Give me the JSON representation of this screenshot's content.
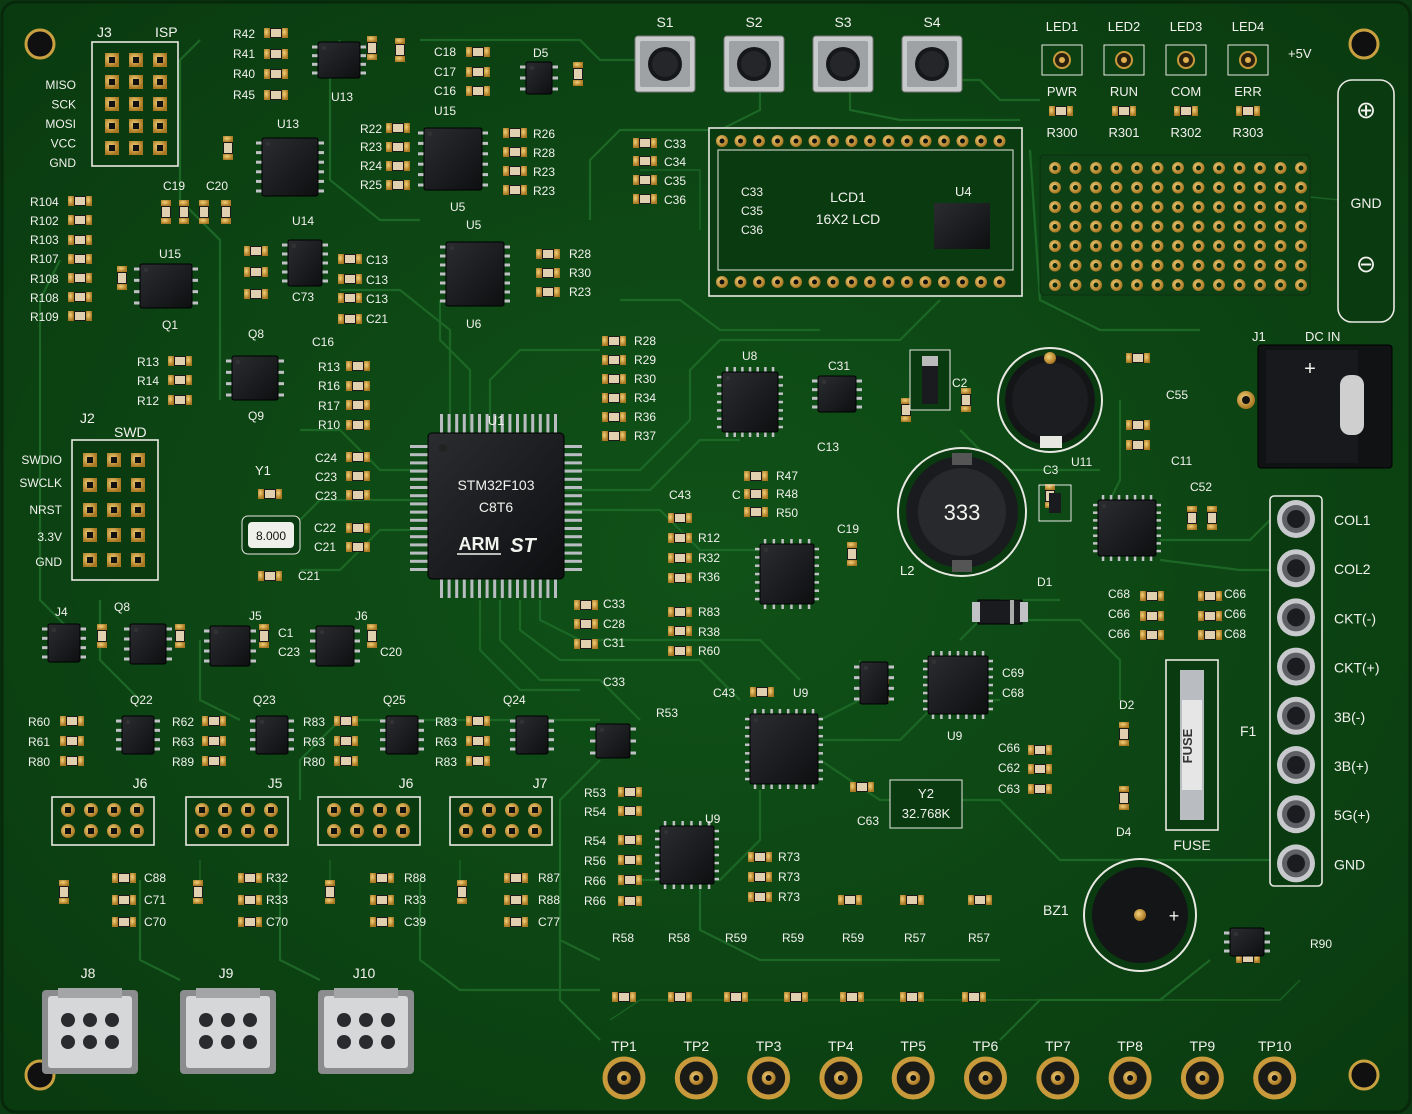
{
  "isp": {
    "ref": "J3",
    "label": "ISP",
    "pins": [
      "MISO",
      "SCK",
      "MOSI",
      "VCC",
      "GND"
    ]
  },
  "swd": {
    "ref": "J2",
    "label": "SWD",
    "pins": [
      "SWDIO",
      "SWCLK",
      "NRST",
      "3.3V",
      "GND"
    ]
  },
  "switches": [
    "S1",
    "S2",
    "S3",
    "S4"
  ],
  "leds": {
    "refs": [
      "LED1",
      "LED2",
      "LED3",
      "LED4"
    ],
    "functions": [
      "PWR",
      "RUN",
      "COM",
      "ERR"
    ],
    "resistors": [
      "R300",
      "R301",
      "R302",
      "R303"
    ],
    "supply": "+5V"
  },
  "lcd": {
    "ref": "LCD1",
    "type": "16X2 LCD",
    "ic": "U4",
    "caps": [
      "C33",
      "C35",
      "C36"
    ]
  },
  "mcu": {
    "ref": "U1",
    "part_line1": "STM32F103",
    "part_line2": "C8T6",
    "brand": "ARM"
  },
  "crystal1": {
    "ref": "Y1",
    "value": "8.000"
  },
  "crystal2": {
    "ref": "Y2",
    "value": "32.768K"
  },
  "inductor": {
    "ref": "L2",
    "marking": "333"
  },
  "power_terminal": {
    "plus": "⊕",
    "gnd": "GND",
    "minus": "⊖"
  },
  "dc_in": {
    "ref": "J1",
    "label": "DC IN",
    "plus": "+"
  },
  "fuse": {
    "ref": "F1",
    "body": "FUSE",
    "label": "FUSE"
  },
  "buzzer": {
    "ref": "BZ1",
    "plus": "+"
  },
  "output_terminals": [
    "COL1",
    "COL2",
    "CKT(-)",
    "CKT(+)",
    "3B(-)",
    "3B(+)",
    "5G(+)",
    "GND"
  ],
  "big_connectors": [
    "J8",
    "J9",
    "J10"
  ],
  "test_points": [
    "TP1",
    "TP2",
    "TP3",
    "TP4",
    "TP5",
    "TP6",
    "TP7",
    "TP8",
    "TP9",
    "TP10"
  ],
  "headers_row": [
    "J6",
    "J5",
    "J6",
    "J7"
  ],
  "labels": [
    {
      "t": "R42"
    },
    {
      "t": "R41"
    },
    {
      "t": "R40"
    },
    {
      "t": "R45"
    },
    {
      "t": "U13"
    },
    {
      "t": "U13"
    },
    {
      "t": "C18"
    },
    {
      "t": "C17"
    },
    {
      "t": "C16"
    },
    {
      "t": "D5"
    },
    {
      "t": "U15"
    },
    {
      "t": "R22"
    },
    {
      "t": "R23"
    },
    {
      "t": "R24"
    },
    {
      "t": "R25"
    },
    {
      "t": "U5"
    },
    {
      "t": "R26"
    },
    {
      "t": "R28"
    },
    {
      "t": "R23"
    },
    {
      "t": "R23"
    },
    {
      "t": "R104"
    },
    {
      "t": "R102"
    },
    {
      "t": "R103"
    },
    {
      "t": "R107"
    },
    {
      "t": "R108"
    },
    {
      "t": "R108"
    },
    {
      "t": "R109"
    },
    {
      "t": "C19"
    },
    {
      "t": "C20"
    },
    {
      "t": "U15"
    },
    {
      "t": "Q1"
    },
    {
      "t": "U14"
    },
    {
      "t": "C73"
    },
    {
      "t": "C13"
    },
    {
      "t": "C13"
    },
    {
      "t": "C13"
    },
    {
      "t": "C21"
    },
    {
      "t": "Q8"
    },
    {
      "t": "C16"
    },
    {
      "t": "U5"
    },
    {
      "t": "U6"
    },
    {
      "t": "R28"
    },
    {
      "t": "R30"
    },
    {
      "t": "R23"
    },
    {
      "t": "R13"
    },
    {
      "t": "R14"
    },
    {
      "t": "R12"
    },
    {
      "t": "Q9"
    },
    {
      "t": "R13"
    },
    {
      "t": "R16"
    },
    {
      "t": "R17"
    },
    {
      "t": "R10"
    },
    {
      "t": "R28"
    },
    {
      "t": "R29"
    },
    {
      "t": "R30"
    },
    {
      "t": "R34"
    },
    {
      "t": "R36"
    },
    {
      "t": "R37"
    },
    {
      "t": "C24"
    },
    {
      "t": "C23"
    },
    {
      "t": "C23"
    },
    {
      "t": "C22"
    },
    {
      "t": "C21"
    },
    {
      "t": "C21"
    },
    {
      "t": "C33"
    },
    {
      "t": "C34"
    },
    {
      "t": "C35"
    },
    {
      "t": "C36"
    },
    {
      "t": "U8"
    },
    {
      "t": "C31"
    },
    {
      "t": "C13"
    },
    {
      "t": "C2"
    },
    {
      "t": "C3"
    },
    {
      "t": "U11"
    },
    {
      "t": "C55"
    },
    {
      "t": "C11"
    },
    {
      "t": "C52"
    },
    {
      "t": "R47"
    },
    {
      "t": "R48"
    },
    {
      "t": "R50"
    },
    {
      "t": "C43"
    },
    {
      "t": "C"
    },
    {
      "t": "R12"
    },
    {
      "t": "R32"
    },
    {
      "t": "R36"
    },
    {
      "t": "C19"
    },
    {
      "t": "R83"
    },
    {
      "t": "R38"
    },
    {
      "t": "R60"
    },
    {
      "t": "D1"
    },
    {
      "t": "C68"
    },
    {
      "t": "C66"
    },
    {
      "t": "C66"
    },
    {
      "t": "C66"
    },
    {
      "t": "C66"
    },
    {
      "t": "C68"
    },
    {
      "t": "C69"
    },
    {
      "t": "C68"
    },
    {
      "t": "U9"
    },
    {
      "t": "C43"
    },
    {
      "t": "U9"
    },
    {
      "t": "C66"
    },
    {
      "t": "C62"
    },
    {
      "t": "C63"
    },
    {
      "t": "C63"
    },
    {
      "t": "D2"
    },
    {
      "t": "D4"
    },
    {
      "t": "C33"
    },
    {
      "t": "C28"
    },
    {
      "t": "C31"
    },
    {
      "t": "C33"
    },
    {
      "t": "J4"
    },
    {
      "t": "Q8"
    },
    {
      "t": "J5"
    },
    {
      "t": "C1"
    },
    {
      "t": "C23"
    },
    {
      "t": "J6"
    },
    {
      "t": "C20"
    },
    {
      "t": "R53"
    },
    {
      "t": "R53"
    },
    {
      "t": "R54"
    },
    {
      "t": "R54"
    },
    {
      "t": "R56"
    },
    {
      "t": "R66"
    },
    {
      "t": "R66"
    },
    {
      "t": "U9"
    },
    {
      "t": "R73"
    },
    {
      "t": "R73"
    },
    {
      "t": "R73"
    },
    {
      "t": "Q22"
    },
    {
      "t": "Q23"
    },
    {
      "t": "Q25"
    },
    {
      "t": "Q24"
    },
    {
      "t": "R60"
    },
    {
      "t": "R61"
    },
    {
      "t": "R80"
    },
    {
      "t": "R62"
    },
    {
      "t": "R63"
    },
    {
      "t": "R89"
    },
    {
      "t": "R83"
    },
    {
      "t": "R63"
    },
    {
      "t": "R80"
    },
    {
      "t": "R83"
    },
    {
      "t": "R63"
    },
    {
      "t": "R83"
    },
    {
      "t": "C88"
    },
    {
      "t": "C71"
    },
    {
      "t": "C70"
    },
    {
      "t": "R32"
    },
    {
      "t": "R33"
    },
    {
      "t": "C70"
    },
    {
      "t": "R88"
    },
    {
      "t": "R33"
    },
    {
      "t": "C39"
    },
    {
      "t": "R87"
    },
    {
      "t": "R88"
    },
    {
      "t": "C77"
    },
    {
      "t": "R58"
    },
    {
      "t": "R58"
    },
    {
      "t": "R59"
    },
    {
      "t": "R59"
    },
    {
      "t": "R59"
    },
    {
      "t": "R57"
    },
    {
      "t": "R57"
    },
    {
      "t": "R90"
    }
  ],
  "colors": {
    "board": "#0c4416",
    "copper_trace": "#1d6a26",
    "silkscreen": "#f2f2ee",
    "pad_gold": "#c99a3c",
    "chip": "#15171a"
  }
}
